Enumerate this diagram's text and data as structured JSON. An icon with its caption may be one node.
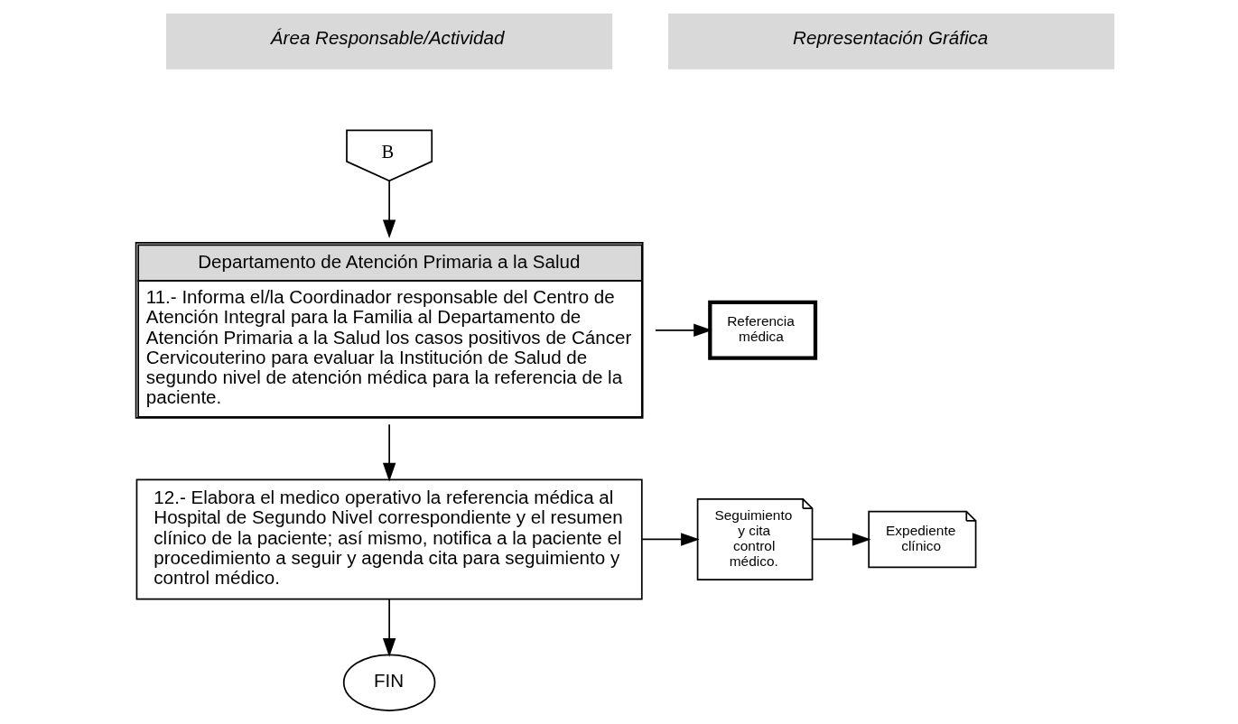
{
  "diagram": {
    "nodes": [
      {
        "text": [
          "B"
        ]
      },
      {
        "text": [
          "Departamento de Atención Primaria a la Salud",
          "11.- Informa el/la Coordinador responsable del Centro de Atención Integral para la Familia al Departamento de Atención Primaria a la Salud los casos positivos de Cáncer Cervicouterino para evaluar la Institución de Salud de segundo nivel de atención médica para la referencia de la paciente."
        ]
      },
      {
        "text": [
          "Referencia médica"
        ]
      },
      {
        "text": [
          "12.- Elabora el medico operativo la referencia médica al Hospital de Segundo Nivel correspondiente y el resumen clínico de la paciente; así mismo, notifica a la paciente el procedimiento a seguir y agenda cita para seguimiento y control médico."
        ]
      },
      {
        "text": [
          "Seguimiento y cita control médico."
        ]
      },
      {
        "text": [
          "Expediente clínico"
        ]
      },
      {
        "text": [
          "FIN"
        ]
      }
    ],
    "edges": [
      {
        "from": 0,
        "to": 1,
        "arrow": "to"
      },
      {
        "from": 1,
        "to": 2,
        "arrow": "to"
      },
      {
        "from": 1,
        "to": 3,
        "arrow": "to"
      },
      {
        "from": 3,
        "to": 4,
        "arrow": "to"
      },
      {
        "from": 4,
        "to": 5,
        "arrow": "to"
      },
      {
        "from": 3,
        "to": 6,
        "arrow": "to"
      }
    ],
    "labels": [
      "Área Responsable/Actividad",
      "Representación Gráfica"
    ]
  }
}
